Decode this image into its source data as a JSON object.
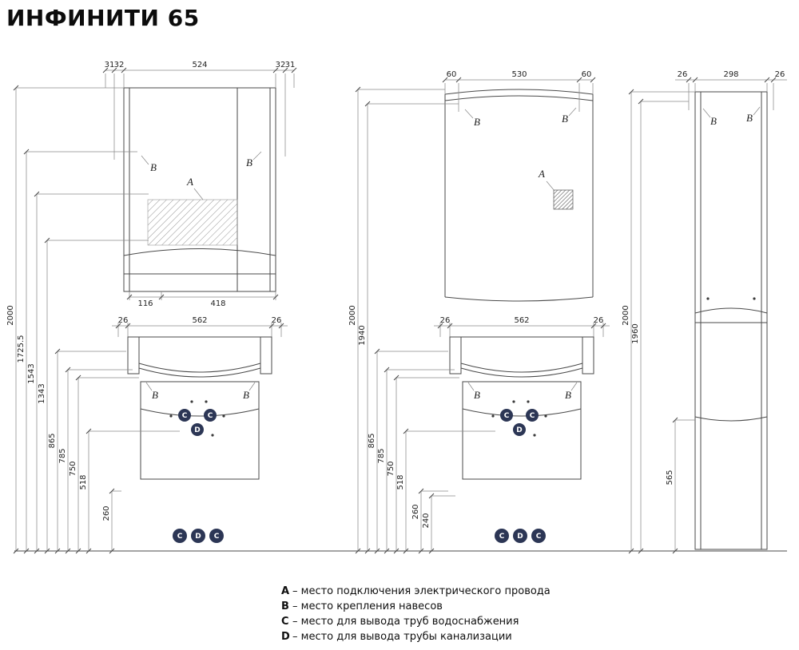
{
  "title": "ИНФИНИТИ 65",
  "markers": {
    "A": "A",
    "B": "B",
    "C": "C",
    "D": "D"
  },
  "left": {
    "mirror": {
      "top_dims": [
        "31",
        "32",
        "524",
        "32",
        "31"
      ],
      "bottom_dims": [
        "116",
        "418"
      ]
    },
    "vanity": {
      "top_dims": [
        "26",
        "562",
        "26"
      ]
    },
    "vertical_dims": [
      "2000",
      "1725.5",
      "1543",
      "1343",
      "865",
      "785",
      "750",
      "518",
      "260"
    ]
  },
  "middle": {
    "mirror": {
      "top_dims": [
        "60",
        "530",
        "60"
      ]
    },
    "vanity": {
      "top_dims": [
        "26",
        "562",
        "26"
      ]
    },
    "vertical_dims": [
      "2000",
      "1940",
      "865",
      "785",
      "750",
      "518",
      "260",
      "240"
    ]
  },
  "right": {
    "column": {
      "top_dims": [
        "26",
        "298",
        "26"
      ]
    },
    "vertical_dims": [
      "2000",
      "1960",
      "565"
    ]
  },
  "legend": [
    {
      "key": "A",
      "text": "– место подключения электрического провода"
    },
    {
      "key": "B",
      "text": "– место крепления навесов"
    },
    {
      "key": "C",
      "text": "– место для вывода труб водоснабжения"
    },
    {
      "key": "D",
      "text": "– место для вывода трубы канализации"
    }
  ]
}
